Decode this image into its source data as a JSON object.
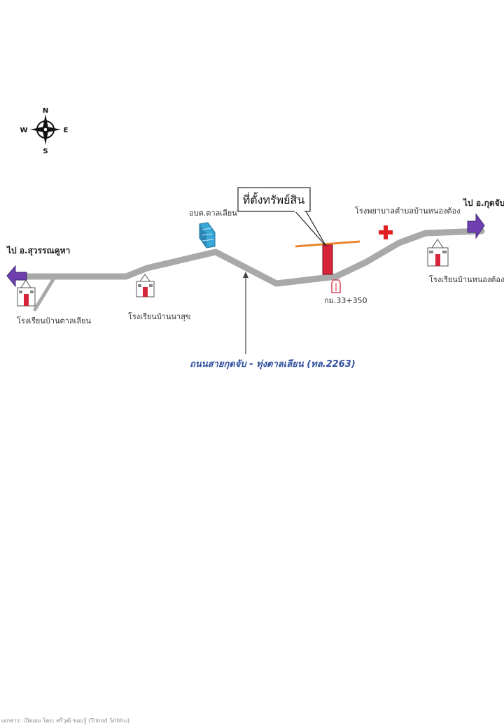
{
  "compass": {
    "n": "N",
    "s": "S",
    "e": "E",
    "w": "W"
  },
  "callout": {
    "label": "ที่ตั้งทรัพย์สิน"
  },
  "destinations": {
    "west": "ไป อ.สุวรรณคูหา",
    "east": "ไป อ.กุดจับ"
  },
  "places": {
    "school_west": "โรงเรียนบ้านตาลเลียน",
    "school_middle": "โรงเรียนบ้านนาสุข",
    "admin_office": "อบต.ตาลเลียน",
    "hospital": "โรงพยาบาลตำบลบ้านหนองต้อง",
    "school_east": "โรงเรียนบ้านหนองต้อง",
    "km_marker": "กม.33+350"
  },
  "road": {
    "name": "ถนนสายกุดจับ - ทุ่งตาลเลียน (ทล.2263)"
  },
  "footer": {
    "text": "เอกสาร: เปิดเผย โดย: ศรีวุฒิ ชอบรู้ (Trinod Sribhu)"
  },
  "colors": {
    "road": "#a9a9a9",
    "arrow": "#6f3fb0",
    "property": "#d6243a",
    "side_road": "#e8852e",
    "hospital_cross": "#e02020",
    "building": "#39a7d8"
  }
}
